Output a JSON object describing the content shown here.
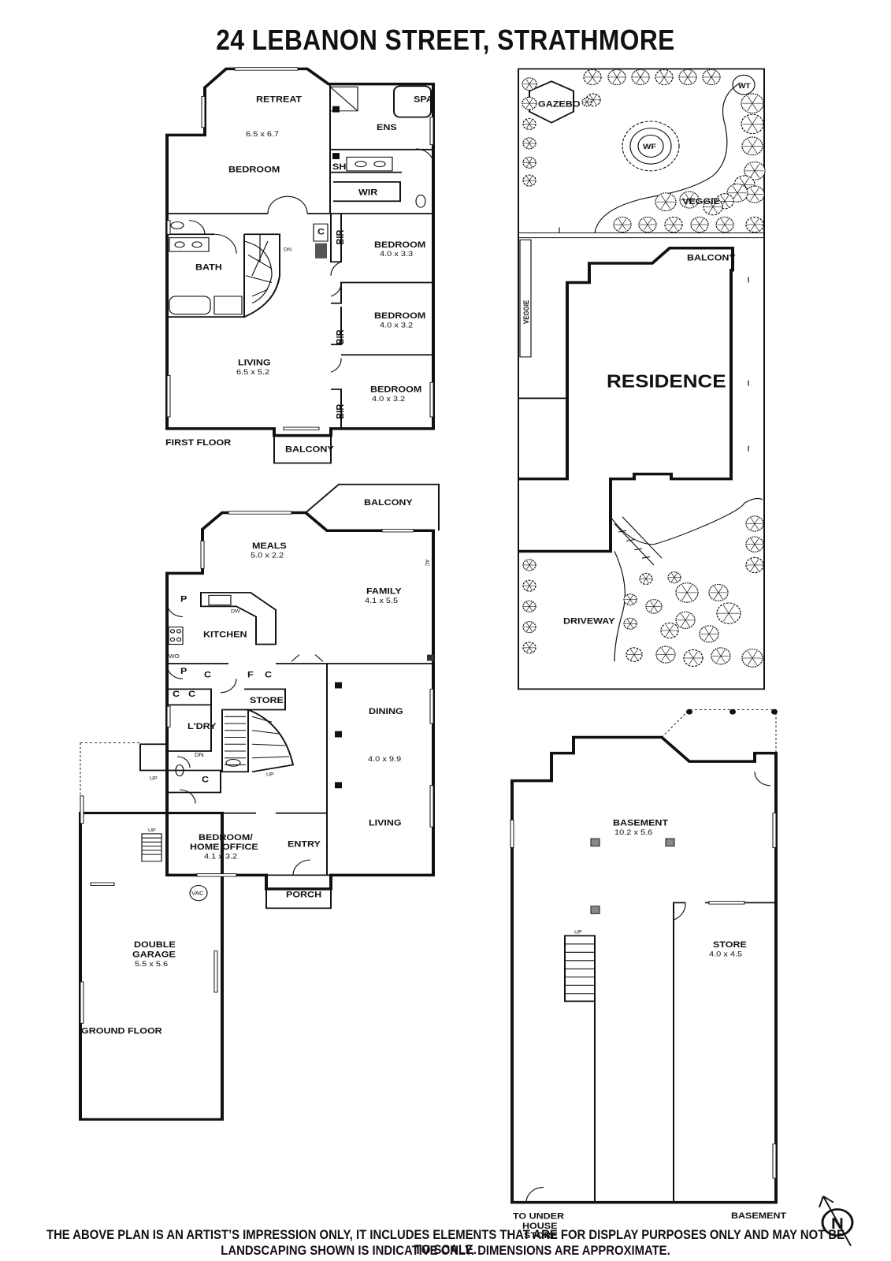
{
  "title": "24 LEBANON STREET, STRATHMORE",
  "disclaimer": {
    "line1": "THE ABOVE PLAN IS AN ARTIST’S IMPRESSION ONLY, IT INCLUDES ELEMENTS THAT ARE FOR DISPLAY PURPOSES ONLY AND MAY NOT BE TO SCALE.",
    "line2": "LANDSCAPING SHOWN IS INDICATIVE ONLY. DIMENSIONS ARE APPROXIMATE."
  },
  "first_floor": {
    "label": "FIRST FLOOR",
    "retreat": "RETREAT",
    "retreat_dim": "6.5 x 6.7",
    "bedroom_main": "BEDROOM",
    "ens": "ENS",
    "spa": "SPA",
    "sh": "SH",
    "wir": "WIR",
    "c": "C",
    "bath": "BATH",
    "dn": "DN",
    "bir": "BIR",
    "bedroom2": "BEDROOM",
    "bedroom2_dim": "4.0 x 3.3",
    "bedroom3": "BEDROOM",
    "bedroom3_dim": "4.0 x 3.2",
    "bedroom4": "BEDROOM",
    "bedroom4_dim": "4.0 x 3.2",
    "living": "LIVING",
    "living_dim": "6.5 x 5.2",
    "balcony": "BALCONY"
  },
  "ground_floor": {
    "label": "GROUND FLOOR",
    "balcony": "BALCONY",
    "meals": "MEALS",
    "meals_dim": "5.0 x 2.2",
    "ac": "AC",
    "family": "FAMILY",
    "family_dim": "4.1 x 5.5",
    "kitchen": "KITCHEN",
    "p": "P",
    "dw": "DW",
    "wo": "WO",
    "c": "C",
    "f": "F",
    "store": "STORE",
    "ldry": "L'DRY",
    "dn": "DN",
    "up": "UP",
    "dining": "DINING",
    "dining_living_dim": "4.0 x 9.9",
    "living": "LIVING",
    "bedroom_office": "BEDROOM/",
    "bedroom_office2": "HOME OFFICE",
    "bedroom_office_dim": "4.1 x 3.2",
    "entry": "ENTRY",
    "porch": "PORCH",
    "vac": "VAC",
    "garage": "DOUBLE",
    "garage2": "GARAGE",
    "garage_dim": "5.5 x 5.6"
  },
  "site": {
    "gazebo": "GAZEBO",
    "wt": "WT",
    "wf": "WF",
    "veggie": "VEGGIE",
    "veggie_side": "VEGGIE",
    "balcony": "BALCONY",
    "residence": "RESIDENCE",
    "driveway": "DRIVEWAY"
  },
  "basement": {
    "label": "BASEMENT",
    "basement": "BASEMENT",
    "basement_dim": "10.2 x 5.6",
    "store": "STORE",
    "store_dim": "4.0 x 4.5",
    "up": "UP",
    "under1": "TO UNDER",
    "under2": "HOUSE",
    "under3": "STORE"
  },
  "compass": {
    "letter": "N",
    "icon": "north-compass-icon"
  }
}
